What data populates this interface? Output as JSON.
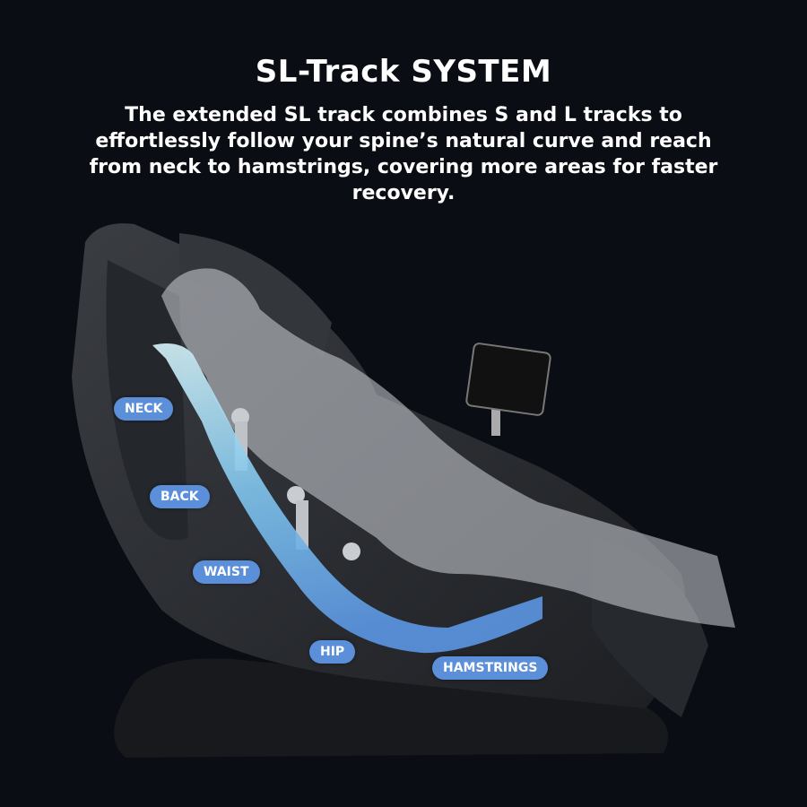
{
  "header": {
    "title": "SL-Track SYSTEM",
    "description": "The extended SL track combines S and L tracks to effortlessly follow your spine’s natural curve and reach from neck to hamstrings, covering more areas for faster recovery."
  },
  "labels": [
    {
      "text": "NECK"
    },
    {
      "text": "BACK"
    },
    {
      "text": "WAIST"
    },
    {
      "text": "HIP"
    },
    {
      "text": "HAMSTRINGS"
    }
  ],
  "colors": {
    "background": "#0a0d13",
    "label_pill": "#5b8fd9",
    "track_top": "#cfeef5",
    "track_bottom": "#5a94e0",
    "chair": "#2b2e33"
  }
}
